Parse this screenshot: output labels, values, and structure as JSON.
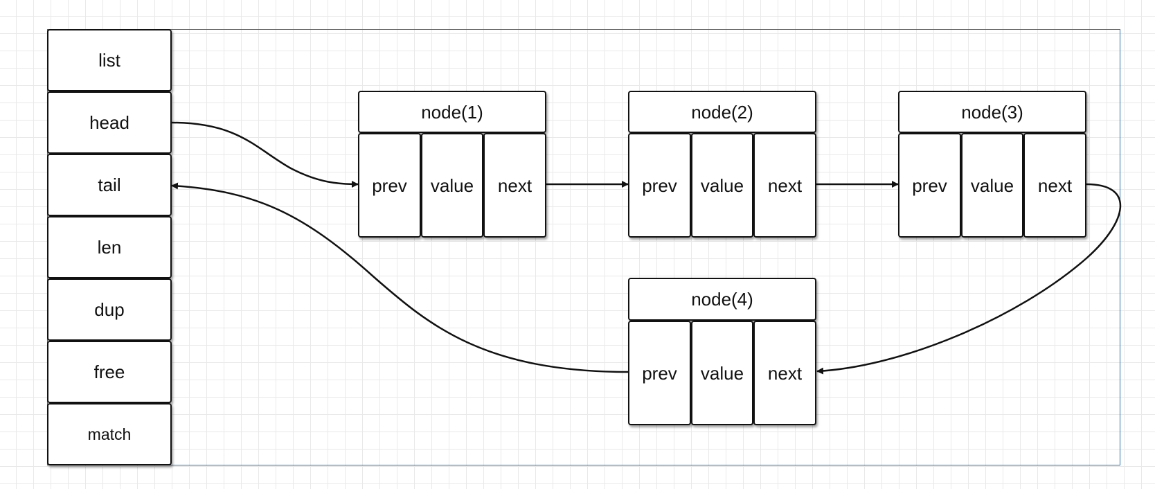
{
  "list_struct": {
    "fields": [
      "list",
      "head",
      "tail",
      "len",
      "dup",
      "free",
      "match"
    ]
  },
  "nodes": [
    {
      "title": "node(1)",
      "fields": [
        "prev",
        "value",
        "next"
      ]
    },
    {
      "title": "node(2)",
      "fields": [
        "prev",
        "value",
        "next"
      ]
    },
    {
      "title": "node(3)",
      "fields": [
        "prev",
        "value",
        "next"
      ]
    },
    {
      "title": "node(4)",
      "fields": [
        "prev",
        "value",
        "next"
      ]
    }
  ],
  "colors": {
    "frame": "#2a6fa8",
    "grid": "#e9e9e9",
    "stroke": "#111111"
  }
}
